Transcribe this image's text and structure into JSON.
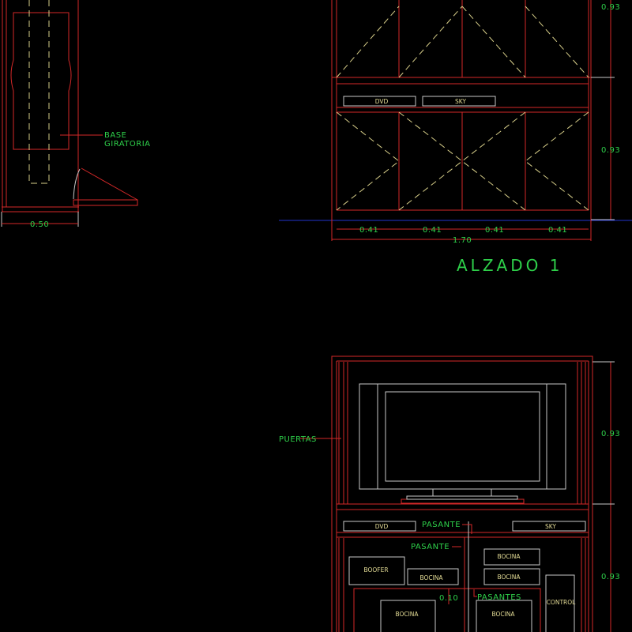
{
  "colors": {
    "outline": "#d42828",
    "labels": "#2ed04a",
    "equipment": "#c8c8c8",
    "hidden_lines": "#d8cf8a",
    "ground_line": "#2233cc",
    "background": "#000000"
  },
  "side_view": {
    "label_line1": "BASE",
    "label_line2": "GIRATORIA",
    "width_dim": "0.50"
  },
  "alzado1": {
    "title": "ALZADO 1",
    "dvd": "DVD",
    "sky": "SKY",
    "height_dims": [
      "0.93",
      "0.93"
    ],
    "module_dims": [
      "0.41",
      "0.41",
      "0.41",
      "0.41"
    ],
    "total_width": "1.70"
  },
  "alzado2": {
    "doors_label": "PUERTAS",
    "height_dims": [
      "0.93",
      "0.93"
    ],
    "dvd": "DVD",
    "sky": "SKY",
    "pasante1": "PASANTE",
    "pasante2": "PASANTE",
    "pasantes": "PASANTES",
    "gap_dim": "0.10",
    "boofer": "BOOFER",
    "bocina": "BOCINA",
    "control": "CONTROL"
  }
}
